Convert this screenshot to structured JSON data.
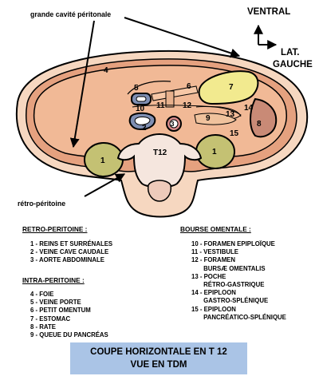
{
  "orientation": {
    "ventral": "VENTRAL",
    "lateral_line1": "LAT.",
    "lateral_line2": "GAUCHE"
  },
  "callouts": {
    "grande_cavite": "grande cavité péritonale",
    "retro_peritoine": "rétro-péritoine"
  },
  "diagram": {
    "numbers": [
      "1",
      "2",
      "3",
      "4",
      "5",
      "6",
      "7",
      "8",
      "9",
      "10",
      "11",
      "12",
      "13",
      "14",
      "15"
    ],
    "vertebra": "T12"
  },
  "colors": {
    "outline": "#000000",
    "skin": "#f6d7c0",
    "wall": "#e5a17f",
    "abdomen": "#f1b996",
    "kidney": "#c4c173",
    "stomach": "#f2ea8f",
    "spleen": "#c98a76",
    "vessel": "#7f8fb3",
    "aorta": "#d98c8c",
    "bone": "#f5e6de",
    "title_bg": "#aac4e6"
  },
  "legend": {
    "retro": {
      "heading": "RETRO-PERITOINE :",
      "items": [
        "1 - REINS ET SURRÉNALES",
        "2 - VEINE CAVE CAUDALE",
        "3 - AORTE ABDOMINALE"
      ]
    },
    "intra": {
      "heading": "INTRA-PERITOINE :",
      "items": [
        "4 - FOIE",
        "5 - VEINE PORTE",
        "6 - PETIT OMENTUM",
        "7 - ESTOMAC",
        "8 - RATE",
        "9 - QUEUE DU PANCRÉAS"
      ]
    },
    "bourse": {
      "heading": "BOURSE OMENTALE :",
      "items": [
        "10 - FORAMEN EPIPLOÏQUE",
        "11 - VESTIBULE",
        "12 - FORAMEN",
        "       BURSÆ OMENTALIS",
        "13 - POCHE",
        "       RÉTRO-GASTRIQUE",
        "14 - EPIPLOON",
        "       GASTRO-SPLÉNIQUE",
        "15 - EPIPLOON",
        "       PANCRÉATICO-SPLÉNIQUE"
      ]
    }
  },
  "title": {
    "line1": "COUPE HORIZONTALE EN T 12",
    "line2": "VUE EN TDM"
  }
}
